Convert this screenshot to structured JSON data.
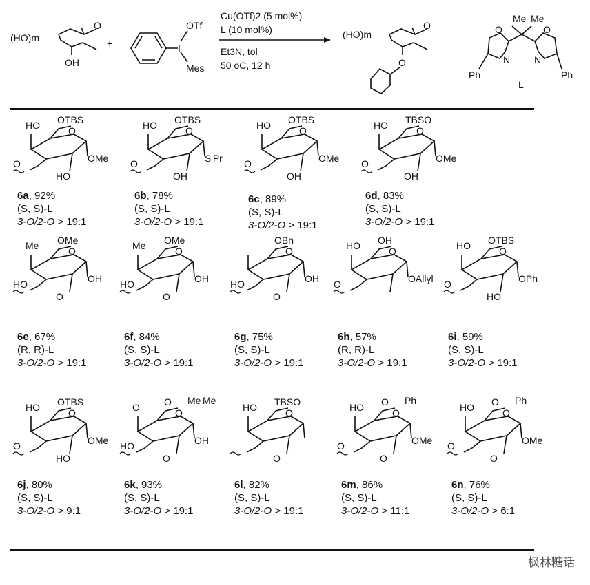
{
  "scheme": {
    "substrate": {
      "hydroxyls": "(HO)m",
      "ring_o": "O",
      "oh": "OH"
    },
    "plus": "+",
    "reagent": {
      "otf": "OTf",
      "iodine": "I",
      "mes": "Mes"
    },
    "conditions": [
      "Cu(OTf)2 (5 mol%)",
      "L (10 mol%)",
      "Et3N, tol",
      "50 oC, 12 h"
    ],
    "product": {
      "hydroxyls": "(HO)m",
      "ring_o": "O",
      "ether_o": "O"
    },
    "ligand": {
      "me1": "Me",
      "me2": "Me",
      "o1": "O",
      "o2": "O",
      "n1": "N",
      "n2": "N",
      "ph1": "Ph",
      "ph2": "Ph",
      "label": "L"
    }
  },
  "compounds": [
    {
      "id": "6a",
      "yield": ", 92%",
      "ligand": "(S, S)-L",
      "sites": "3-O/2-O",
      "ratio": " > 19:1",
      "atoms": [
        "HO",
        "OTBS",
        "O",
        "O",
        "HO",
        "OMe"
      ]
    },
    {
      "id": "6b",
      "yield": ", 78%",
      "ligand": "(S, S)-L",
      "sites": "3-O/2-O",
      "ratio": " > 19:1",
      "atoms": [
        "HO",
        "OTBS",
        "O",
        "O",
        "OH",
        "SⁱPr"
      ]
    },
    {
      "id": "6c",
      "yield": ", 89%",
      "ligand": "(S, S)-L",
      "sites": "3-O/2-O",
      "ratio": " > 19:1",
      "atoms": [
        "HO",
        "OTBS",
        "O",
        "O",
        "OH",
        "OMe"
      ]
    },
    {
      "id": "6d",
      "yield": ", 83%",
      "ligand": "(S, S)-L",
      "sites": "3-O/2-O",
      "ratio": " > 19:1",
      "atoms": [
        "HO",
        "TBSO",
        "O",
        "O",
        "OH",
        "OMe"
      ]
    },
    {
      "id": "6e",
      "yield": ", 67%",
      "ligand": "(R, R)-L",
      "sites": "3-O/2-O",
      "ratio": " > 19:1",
      "atoms": [
        "Me",
        "OMe",
        "O",
        "HO",
        "O",
        "OH"
      ]
    },
    {
      "id": "6f",
      "yield": ", 84%",
      "ligand": "(S, S)-L",
      "sites": "3-O/2-O",
      "ratio": " > 19:1",
      "atoms": [
        "Me",
        "OMe",
        "O",
        "HO",
        "O",
        "OH"
      ]
    },
    {
      "id": "6g",
      "yield": ", 75%",
      "ligand": "(S, S)-L",
      "sites": "3-O/2-O",
      "ratio": " > 19:1",
      "atoms": [
        "",
        "OBn",
        "O",
        "HO",
        "O",
        "OH"
      ]
    },
    {
      "id": "6h",
      "yield": ", 57%",
      "ligand": "(R, R)-L",
      "sites": "3-O/2-O",
      "ratio": " > 19:1",
      "atoms": [
        "HO",
        "OH",
        "O",
        "O",
        "",
        "OAllyl"
      ]
    },
    {
      "id": "6i",
      "yield": ", 59%",
      "ligand": "(S, S)-L",
      "sites": "3-O/2-O",
      "ratio": " > 19:1",
      "atoms": [
        "HO",
        "OTBS",
        "O",
        "O",
        "HO",
        "OPh"
      ]
    },
    {
      "id": "6j",
      "yield": ", 80%",
      "ligand": "(S, S)-L",
      "sites": "3-O/2-O",
      "ratio": " > 9:1",
      "atoms": [
        "HO",
        "OTBS",
        "O",
        "O",
        "HO",
        "OMe"
      ]
    },
    {
      "id": "6k",
      "yield": ", 93%",
      "ligand": "(S, S)-L",
      "sites": "3-O/2-O",
      "ratio": " > 19:1",
      "atoms": [
        "O",
        "O",
        "O",
        "HO",
        "O",
        "OH",
        "Me",
        "Me"
      ]
    },
    {
      "id": "6l",
      "yield": ", 82%",
      "ligand": "(S, S)-L",
      "sites": "3-O/2-O",
      "ratio": " > 19:1",
      "atoms": [
        "HO",
        "TBSO",
        "O",
        "",
        "O",
        ""
      ]
    },
    {
      "id": "6m",
      "yield": ", 86%",
      "ligand": "(S, S)-L",
      "sites": "3-O/2-O",
      "ratio": " > 11:1",
      "atoms": [
        "HO",
        "O",
        "O",
        "O",
        "O",
        "OMe",
        "Ph"
      ]
    },
    {
      "id": "6n",
      "yield": ", 76%",
      "ligand": "(S, S)-L",
      "sites": "3-O/2-O",
      "ratio": " > 6:1",
      "atoms": [
        "HO",
        "O",
        "O",
        "O",
        "O",
        "OMe",
        "Ph"
      ]
    }
  ],
  "watermark": "枫林糖话"
}
